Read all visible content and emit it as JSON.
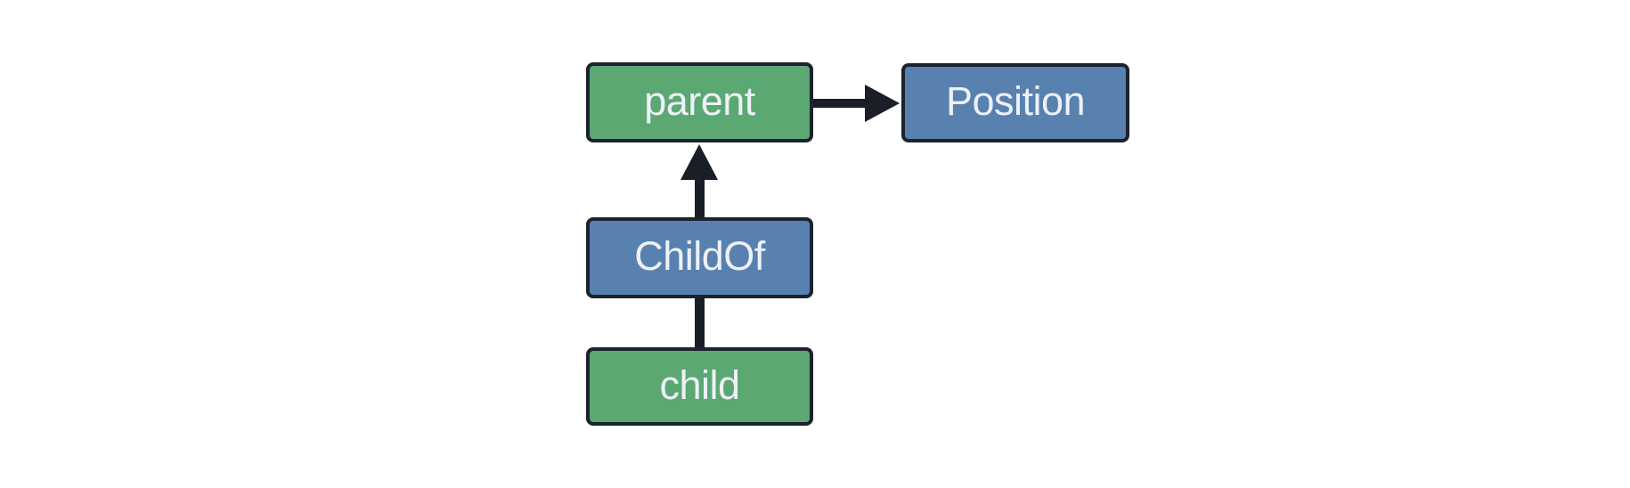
{
  "diagram": {
    "background": "#ffffff",
    "colors": {
      "entity_fill": "#5ba873",
      "component_fill": "#5881af",
      "node_border": "#1c222e",
      "edge": "#1a1e26",
      "label_text": "#eef1f8"
    },
    "nodes": [
      {
        "id": "parent",
        "label": "parent",
        "kind": "entity"
      },
      {
        "id": "Position",
        "label": "Position",
        "kind": "component"
      },
      {
        "id": "ChildOf",
        "label": "ChildOf",
        "kind": "component"
      },
      {
        "id": "child",
        "label": "child",
        "kind": "entity"
      }
    ],
    "edges": [
      {
        "from": "parent",
        "to": "Position",
        "connector": "arrow",
        "direction": "right"
      },
      {
        "from": "ChildOf",
        "to": "parent",
        "connector": "arrow",
        "direction": "up"
      },
      {
        "from": "child",
        "to": "ChildOf",
        "connector": "line",
        "direction": "up"
      }
    ]
  }
}
